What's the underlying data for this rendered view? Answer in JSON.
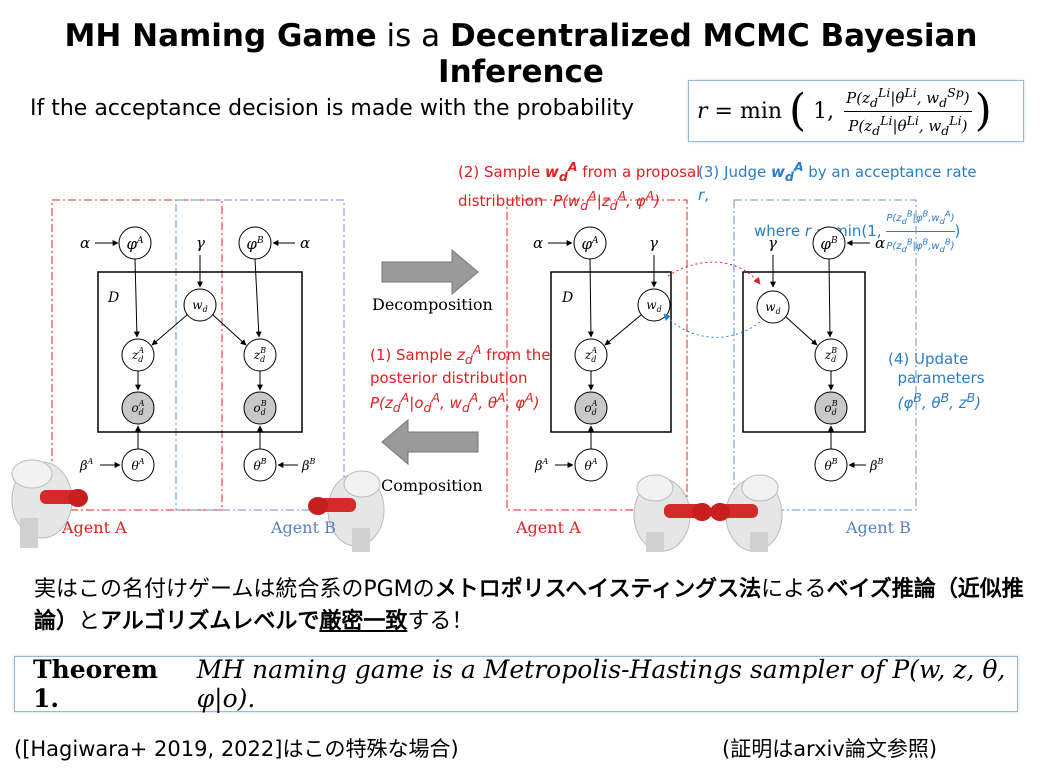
{
  "title": {
    "bold1": "MH Naming Game",
    "mid": " is a ",
    "bold2": "Decentralized MCMC Bayesian Inference"
  },
  "intro": "If the acceptance decision is made with the probability",
  "formula": {
    "lhs": "r = min",
    "one": "1,",
    "num": "P(z_d^{Li} | θ^{Li}, w_d^{Sp})",
    "den": "P(z_d^{Li} | θ^{Li}, w_d^{Li})"
  },
  "steps": {
    "s2_line1": "(2) Sample w_d^A from a proposal",
    "s2_line2": "distribution  P(w_d^A | z_d^A, φ^A)",
    "s3_line1": "(3) Judge w_d^A by an acceptance rate r,",
    "s3_line2": "where r = min(1, P(z_d^B|φ^B,w_d^A) / P(z_d^B|φ^B,w_d^B))",
    "s1_line1": "(1) Sample z_d^A from the",
    "s1_line2": "posterior distribution",
    "s1_line3": "P(z_d^A | o_d^A, w_d^A, θ^A, φ^A)",
    "s4_line1": "(4) Update",
    "s4_line2": "parameters",
    "s4_line3": "(φ^B, θ^B, z^B)"
  },
  "arrows": {
    "decomposition": "Decomposition",
    "composition": "Composition"
  },
  "agents": {
    "a": "Agent A",
    "b": "Agent B"
  },
  "nodes": {
    "alpha": "α",
    "gamma": "γ",
    "phiA": "φA",
    "phiB": "φB",
    "wd": "wd",
    "zdA": "zdA",
    "zdB": "zdB",
    "odA": "odA",
    "odB": "odB",
    "thetaA": "θA",
    "thetaB": "θB",
    "betaA": "βA",
    "betaB": "βB",
    "plate": "D"
  },
  "japanese": {
    "p1": "実はこの名付けゲームは統合系のPGMの",
    "b1": "メトロポリスヘイスティングス法",
    "p2": "による",
    "b2": "ベイズ推論（近似推論）",
    "p3": "と",
    "b3": "アルゴリズムレベルで",
    "b4": "厳密一致",
    "p4": "する！"
  },
  "theorem": {
    "label": "Theorem 1.",
    "text": "MH naming game is a Metropolis-Hastings sampler of P(w, z, θ, φ|o)."
  },
  "footer": {
    "left": "([Hagiwara+ 2019, 2022]はこの特殊な場合)",
    "right": "(証明はarxiv論文参照)"
  },
  "colors": {
    "red": "#e02020",
    "blue": "#2a7ec8",
    "frame": "#9bb6d6",
    "observed": "#c8c8c8"
  }
}
